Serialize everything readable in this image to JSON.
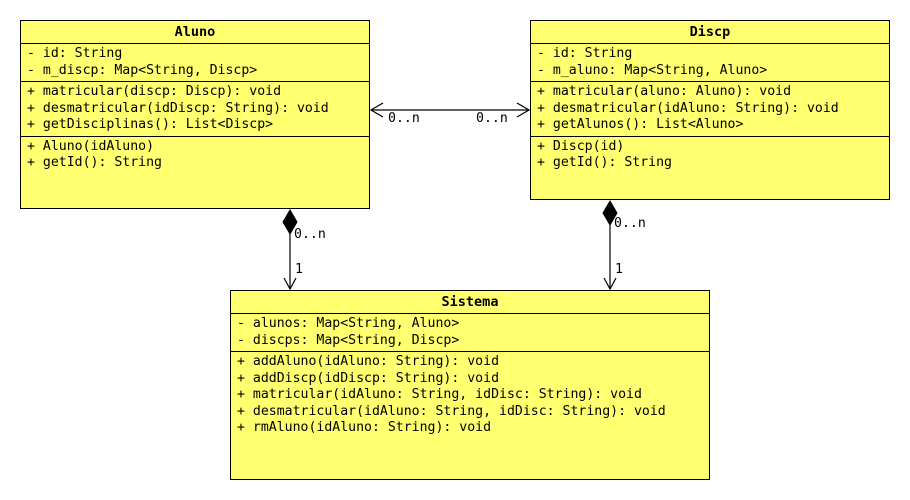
{
  "classes": {
    "aluno": {
      "name": "Aluno",
      "attributes": [
        "- id: String",
        "- m_discp: Map<String, Discp>"
      ],
      "operations": [
        "+ matricular(discp: Discp): void",
        "+ desmatricular(idDiscp: String): void",
        "+ getDisciplinas(): List<Discp>"
      ],
      "constructors": [
        "+ Aluno(idAluno)",
        "+ getId(): String"
      ]
    },
    "discp": {
      "name": "Discp",
      "attributes": [
        "- id: String",
        "- m_aluno: Map<String, Aluno>"
      ],
      "operations": [
        "+ matricular(aluno: Aluno): void",
        "+ desmatricular(idAluno: String): void",
        "+ getAlunos(): List<Aluno>"
      ],
      "constructors": [
        "+ Discp(id)",
        "+ getId(): String"
      ]
    },
    "sistema": {
      "name": "Sistema",
      "attributes": [
        "- alunos: Map<String, Aluno>",
        "- discps: Map<String, Discp>"
      ],
      "operations": [
        "+ addAluno(idAluno: String): void",
        "+ addDiscp(idDiscp: String): void",
        "+ matricular(idAluno: String, idDisc: String): void",
        "+ desmatricular(idAluno: String, idDisc: String): void",
        "+ rmAluno(idAluno: String): void"
      ]
    }
  },
  "multiplicities": {
    "aluno_discp_left": "0..n",
    "aluno_discp_right": "0..n",
    "aluno_comp_top": "0..n",
    "aluno_comp_bottom": "1",
    "discp_comp_top": "0..n",
    "discp_comp_bottom": "1"
  },
  "colors": {
    "class_fill": "#ffff70",
    "stroke": "#000000"
  }
}
